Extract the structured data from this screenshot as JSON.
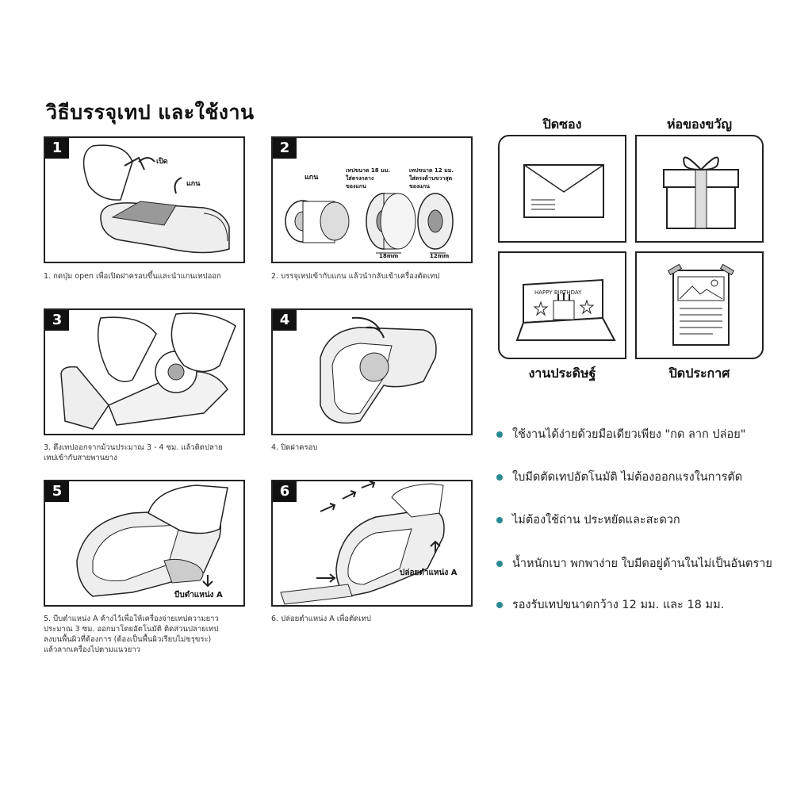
{
  "title": "วิธีบรรจุเทป และใช้งาน",
  "steps": [
    {
      "num": "1",
      "labels": [
        "เปิด",
        "แกน"
      ],
      "caption": [
        "1. กดปุ่ม open เพื่อเปิดฝาครอบขึ้นและนำแกนเทปออก"
      ]
    },
    {
      "num": "2",
      "labels": [
        "แกน",
        "เทปขนาด 18 มม.",
        "ใส่ตรงกลาง",
        "ของแกน",
        "เทปขนาด 12 มม.",
        "ใส่ตรงด้านขวาสุด",
        "ของแกน",
        "18mm",
        "12mm"
      ],
      "caption": [
        "2. บรรจุเทปเข้ากับแกน แล้วนำกลับเข้าเครื่องตัดเทป"
      ]
    },
    {
      "num": "3",
      "labels": [],
      "caption": [
        "3. ดึงเทปออกจากม้วนประมาณ 3 - 4 ซม. แล้วติดปลาย",
        "เทปเข้ากับสายพานยาง"
      ]
    },
    {
      "num": "4",
      "labels": [],
      "caption": [
        "4. ปิดฝาครอบ"
      ]
    },
    {
      "num": "5",
      "labels": [
        "บีบตำแหน่ง A"
      ],
      "caption": [
        "5. บีบตำแหน่ง A ค้างไว้เพื่อให้เครื่องจ่ายเทปความยาว",
        "ประมาณ 3 ซม. ออกมาโดยอัตโนมัติ ติดส่วนปลายเทป",
        "ลงบนพื้นผิวที่ต้องการ (ต้องเป็นพื้นผิวเรียบไม่ขรุขระ)",
        "แล้วลากเครื่องไปตามแนวยาว"
      ]
    },
    {
      "num": "6",
      "labels": [
        "ปล่อยตำแหน่ง A"
      ],
      "caption": [
        "6. ปล่อยตำแหน่ง A เพื่อตัดเทป"
      ]
    }
  ],
  "uses": [
    {
      "label": "ปิดซอง",
      "icon": "envelope-icon"
    },
    {
      "label": "ห่อของขวัญ",
      "icon": "gift-box-icon"
    },
    {
      "label": "งานประดิษฐ์",
      "icon": "birthday-card-icon",
      "card_text": "HAPPY BIRTHDAY"
    },
    {
      "label": "ปิดประกาศ",
      "icon": "poster-icon"
    }
  ],
  "features": [
    "ใช้งานได้ง่ายด้วยมือเดียวเพียง \"กด ลาก ปล่อย\"",
    "ใบมีดตัดเทปอัตโนมัติ ไม่ต้องออกแรงในการตัด",
    "ไม่ต้องใช้ถ่าน ประหยัดและสะดวก",
    "น้ำหนักเบา พกพาง่าย ใบมีดอยู่ด้านในไม่เป็นอันตราย",
    "รองรับเทปขนาดกว้าง 12 มม. และ 18 มม."
  ],
  "colors": {
    "bullet": "#2a8a93",
    "line": "#222222"
  }
}
